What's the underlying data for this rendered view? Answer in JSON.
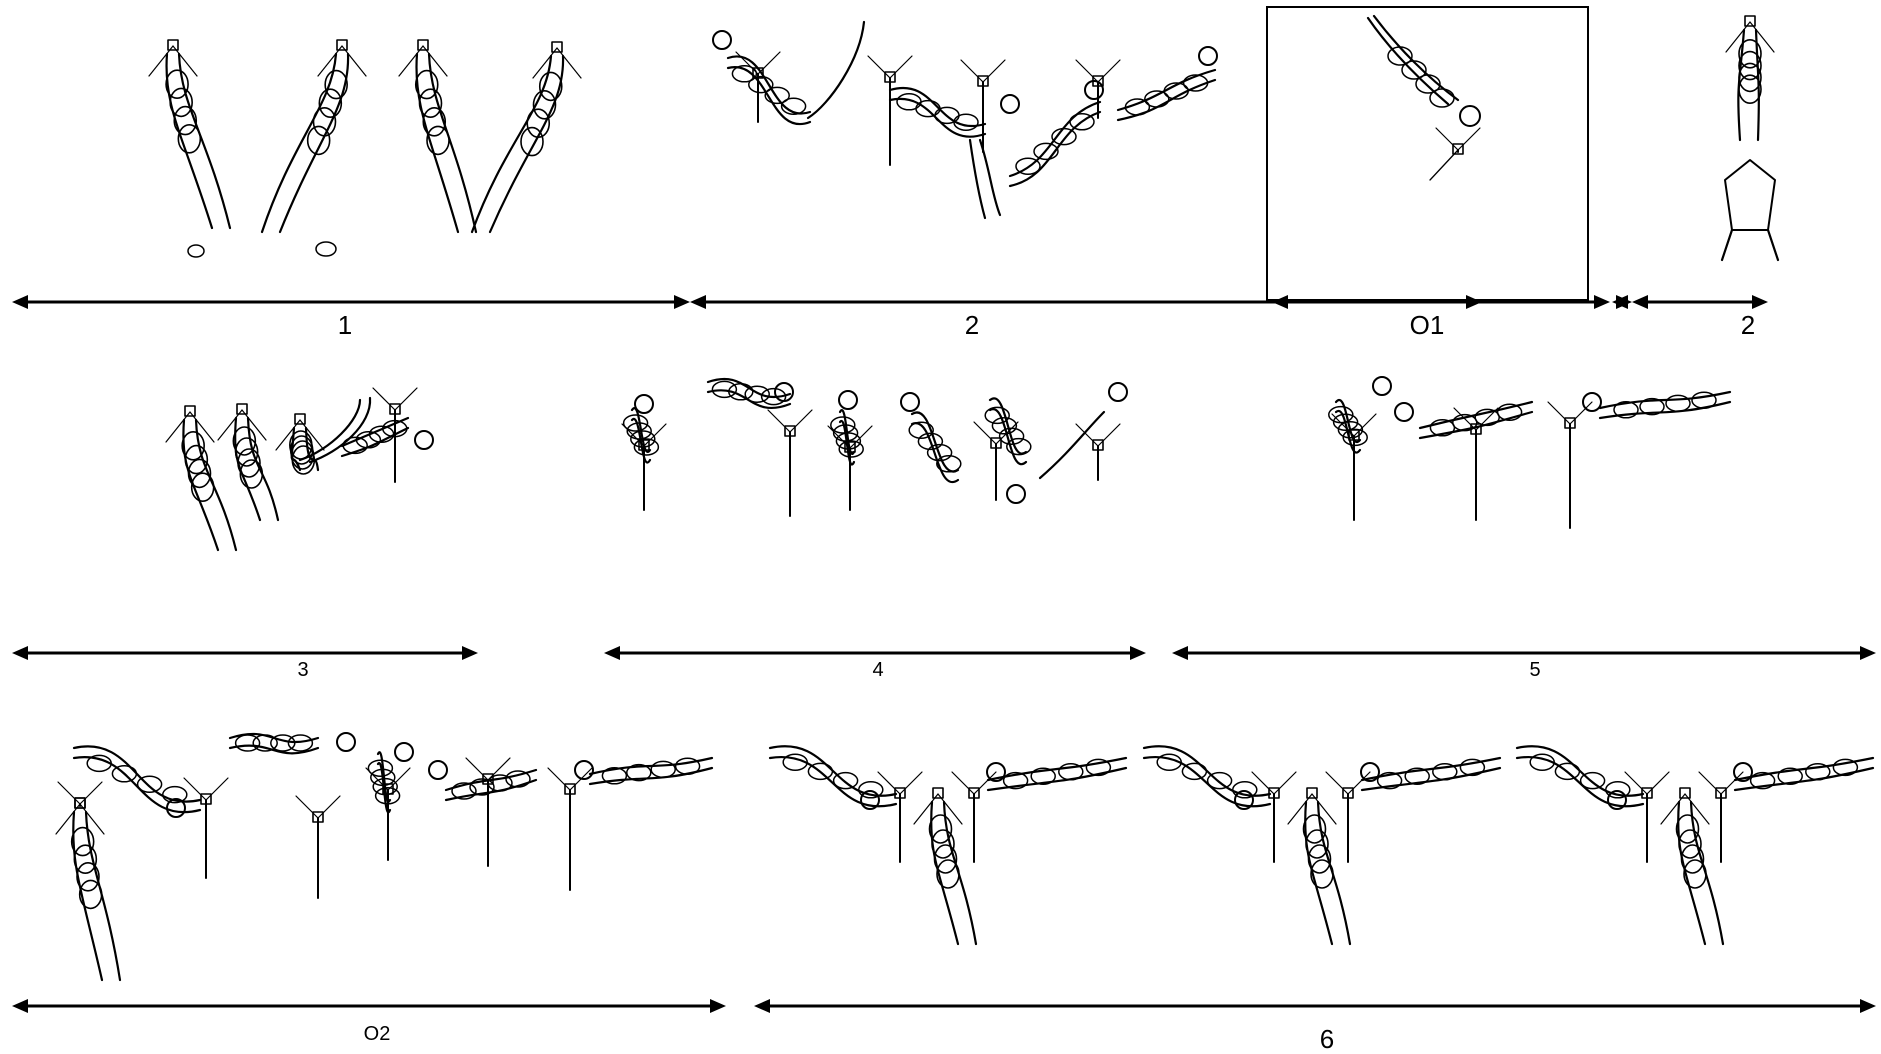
{
  "figure": {
    "segments": [
      {
        "id": "seg-1",
        "label": "1"
      },
      {
        "id": "seg-2a",
        "label": "2"
      },
      {
        "id": "seg-o1",
        "label": "O1"
      },
      {
        "id": "seg-2b",
        "label": "2"
      },
      {
        "id": "seg-3",
        "label": "3"
      },
      {
        "id": "seg-4",
        "label": "4"
      },
      {
        "id": "seg-5",
        "label": "5"
      },
      {
        "id": "seg-o2",
        "label": "O2"
      },
      {
        "id": "seg-6",
        "label": "6"
      }
    ],
    "line_color": "#000000"
  }
}
